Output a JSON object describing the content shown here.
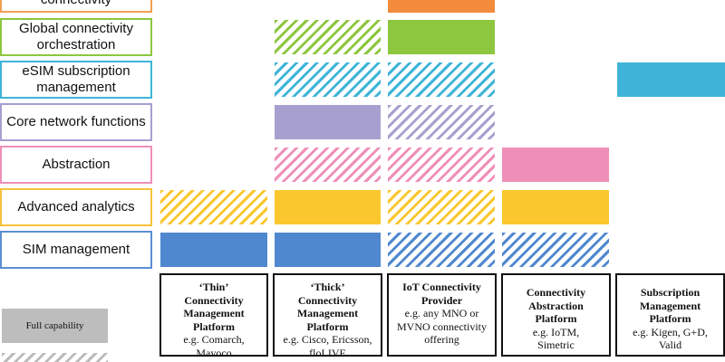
{
  "rows": [
    {
      "key": "conn",
      "label": "connectivity",
      "border": "#f0a050"
    },
    {
      "key": "global",
      "label": "Global connectivity orchestration",
      "border": "#8dc63f"
    },
    {
      "key": "esim",
      "label": "eSIM subscription management",
      "border": "#3fb4d8"
    },
    {
      "key": "core",
      "label": "Core network functions",
      "border": "#a7a0cf"
    },
    {
      "key": "abstraction",
      "label": "Abstraction",
      "border": "#ef8fb8"
    },
    {
      "key": "analytics",
      "label": "Advanced analytics",
      "border": "#f5c23a"
    },
    {
      "key": "sim",
      "label": "SIM management",
      "border": "#5b8fd4"
    }
  ],
  "colors": {
    "orange": "#f28b3c",
    "green": "#8dc63f",
    "blue": "#3fb4d8",
    "purple": "#a7a0cf",
    "pink": "#ef8fb8",
    "yellow": "#fbc72e",
    "simblue": "#4f88cf",
    "hatchgrey": "#bbbbbb",
    "grey": "#bdbdbd"
  },
  "platforms": [
    {
      "title": "‘Thin’ Connectivity Management Platform",
      "example": "e.g. Comarch, Mavoco"
    },
    {
      "title": "‘Thick’ Connectivity Management Platform",
      "example": "e.g. Cisco, Ericsson, floLIVE"
    },
    {
      "title": "IoT Connectivity Provider",
      "example": "e.g. any MNO or MVNO connectivity offering"
    },
    {
      "title": "Connectivity Abstraction Platform",
      "example": "e.g. IoTM, Simetric"
    },
    {
      "title": "Subscription Management Platform",
      "example": "e.g. Kigen, G+D, Valid"
    }
  ],
  "legend": {
    "full": "Full capability"
  }
}
